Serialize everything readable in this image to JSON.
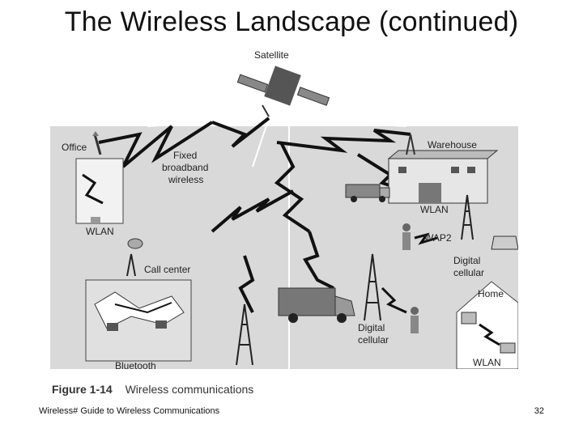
{
  "slide": {
    "title": "The Wireless Landscape (continued)",
    "footer_left": "Wireless# Guide to Wireless Communications",
    "page_number": "32"
  },
  "figure": {
    "caption_number": "Figure 1-14",
    "caption_text": "Wireless communications",
    "labels": {
      "satellite": "Satellite",
      "office": "Office",
      "fixed_broadband": [
        "Fixed",
        "broadband",
        "wireless"
      ],
      "warehouse": "Warehouse",
      "wlan_office": "WLAN",
      "wlan_warehouse": "WLAN",
      "wap2": "WAP2",
      "digital_cellular_right": [
        "Digital",
        "cellular"
      ],
      "call_center": "Call center",
      "home": "Home",
      "digital_cellular_center": [
        "Digital",
        "cellular"
      ],
      "bluetooth": "Bluetooth",
      "wlan_home": "WLAN"
    }
  }
}
